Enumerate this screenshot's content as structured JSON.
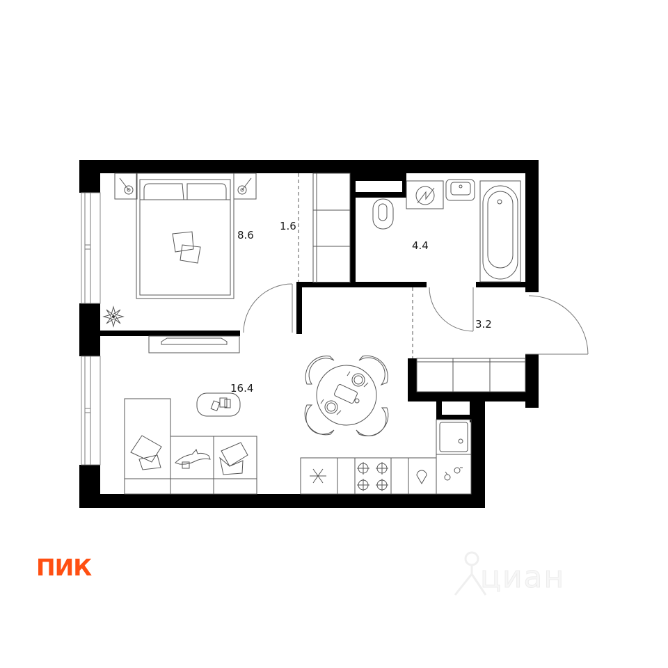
{
  "plan": {
    "type": "one-room apartment floor plan",
    "rooms": [
      {
        "name": "bedroom",
        "area": "8.6"
      },
      {
        "name": "wardrobe",
        "area": "1.6"
      },
      {
        "name": "bathroom",
        "area": "4.4"
      },
      {
        "name": "hallway",
        "area": "3.2"
      },
      {
        "name": "living-kitchen",
        "area": "16.4"
      }
    ],
    "wall_color": "#000000",
    "line_color": "#555555"
  },
  "branding": {
    "developer_logo": "ПИК",
    "developer_logo_color": "#ff4f12",
    "watermark": "циан",
    "watermark_icon": "map-pin-person-icon"
  }
}
